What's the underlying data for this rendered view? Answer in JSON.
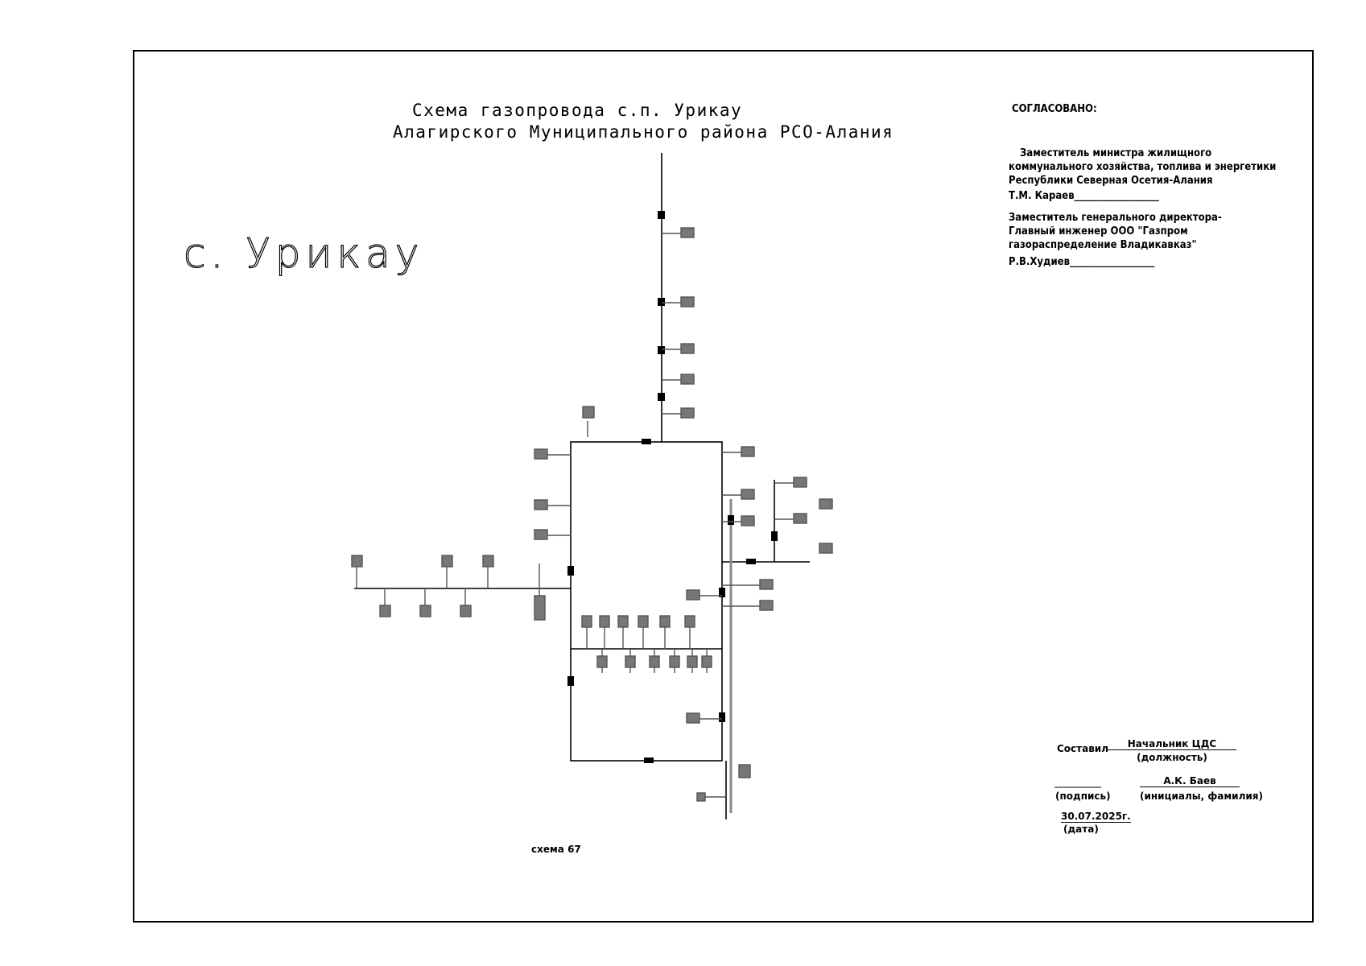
{
  "title": {
    "line1": "Схема газопровода с.п. Урикау",
    "line2": "Алагирского   Муниципального района РСО-Алания"
  },
  "village_label": "с. Урикау",
  "approval": {
    "heading": "СОГЛАСОВАНО:",
    "block1": {
      "line1": "Заместитель министра жилищного",
      "line2": "коммунального  хозяйства, топлива и энергетики",
      "line3": "Республики Северная Осетия-Алания",
      "signatory": "Т.М. Караев__________________"
    },
    "block2": {
      "line1": "Заместитель генерального директора-",
      "line2": "Главный инженер  ООО \"Газпром",
      "line3": "газораспределение Владикавказ\"",
      "signatory": "Р.В.Худиев__________________"
    }
  },
  "compiled": {
    "label": "Составил",
    "position": "Начальник ЦДС",
    "position_caption": "(должность)",
    "name": "А.К. Баев",
    "signature_caption": "(подпись)",
    "name_caption": "(инициалы, фамилия)",
    "date": "30.07.2025г.",
    "date_caption": "(дата)"
  },
  "scheme_number": "схема 67"
}
